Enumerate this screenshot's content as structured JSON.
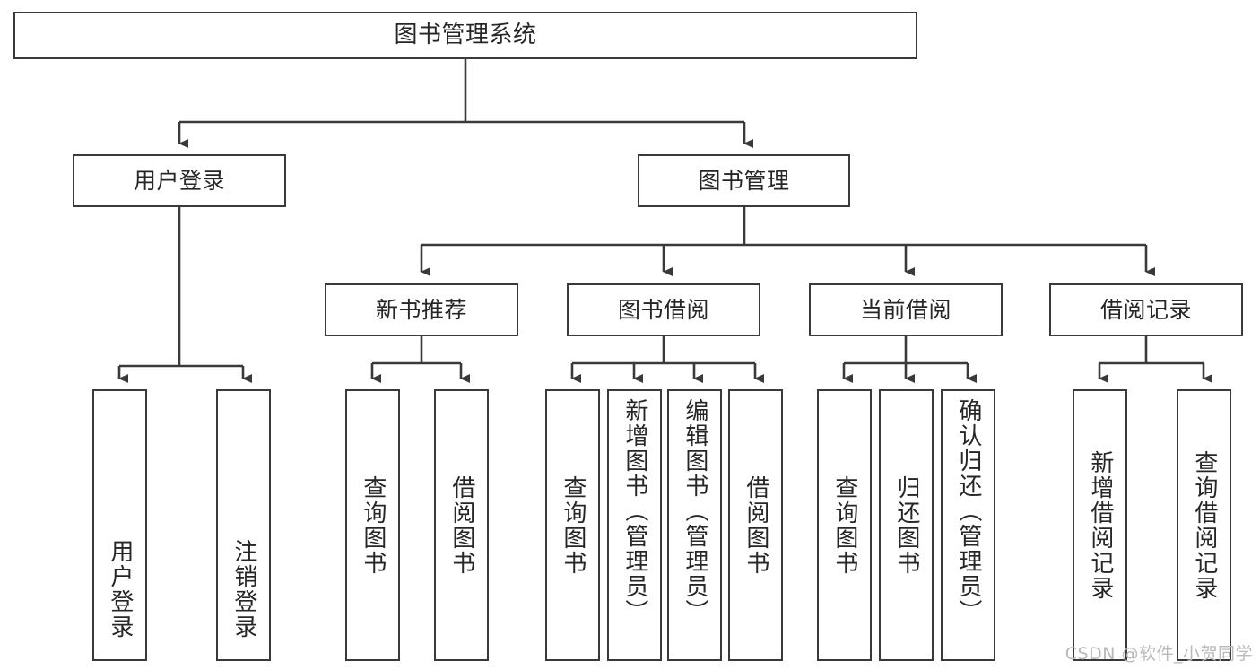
{
  "diagram": {
    "title": "图书管理系统",
    "type": "tree-hierarchy-flowchart",
    "background_color": "#ffffff",
    "border_color": "#3a3a3a",
    "text_color": "#262626"
  },
  "root": {
    "label": "图书管理系统"
  },
  "level2": [
    {
      "label": "用户登录"
    },
    {
      "label": "图书管理"
    }
  ],
  "level3": [
    {
      "label": "新书推荐"
    },
    {
      "label": "图书借阅"
    },
    {
      "label": "当前借阅"
    },
    {
      "label": "借阅记录"
    }
  ],
  "leaves": {
    "user_login": [
      {
        "label": "用户登录"
      },
      {
        "label": "注销登录"
      }
    ],
    "new_book": [
      {
        "label": "查询图书"
      },
      {
        "label": "借阅图书"
      }
    ],
    "book_borrow": [
      {
        "label": "查询图书"
      },
      {
        "label": "新增图书（管理员）"
      },
      {
        "label": "编辑图书（管理员）"
      },
      {
        "label": "借阅图书"
      }
    ],
    "current_borrow": [
      {
        "label": "查询图书"
      },
      {
        "label": "归还图书"
      },
      {
        "label": "确认归还（管理员）"
      }
    ],
    "borrow_record": [
      {
        "label": "新增借阅记录"
      },
      {
        "label": "查询借阅记录"
      }
    ]
  },
  "watermark": {
    "text": "CSDN @软件_小贺同学"
  }
}
